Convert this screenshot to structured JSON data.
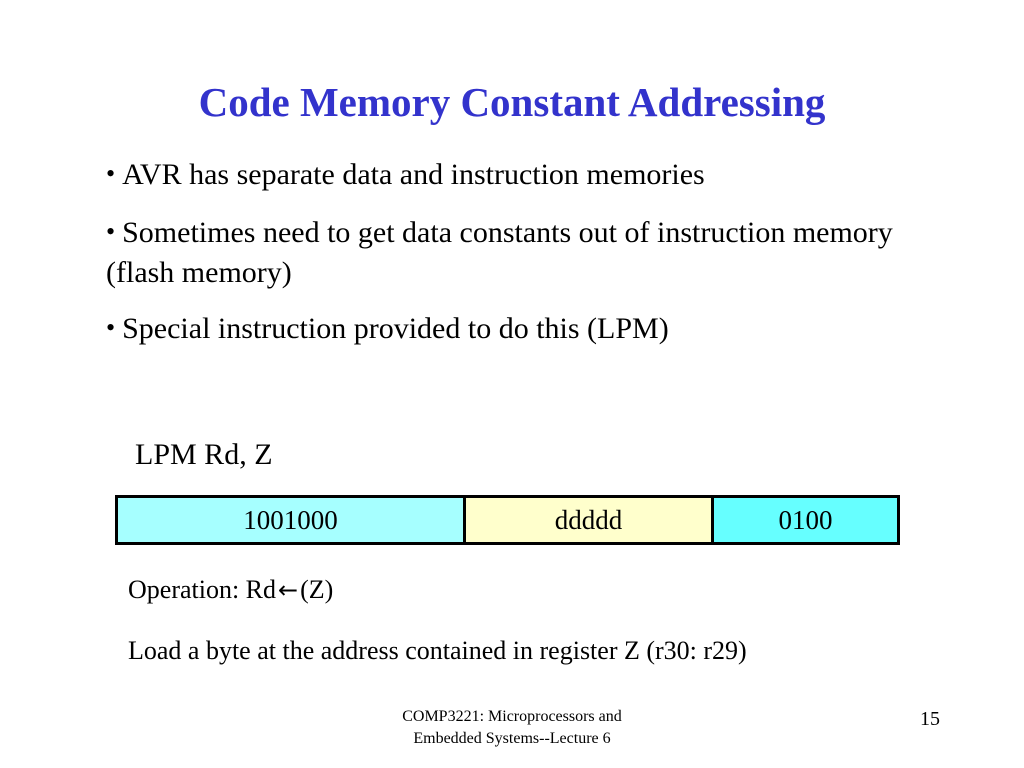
{
  "slide": {
    "title": "Code Memory Constant Addressing",
    "title_color": "#3333cc",
    "background_color": "#ffffff",
    "bullets": [
      {
        "marker": "•",
        "text": "AVR has separate data and instruction memories"
      },
      {
        "marker": "•",
        "text": "Sometimes need to get data constants out of instruction memory (flash memory)"
      },
      {
        "marker": "•",
        "text": "Special instruction provided to do this (LPM)"
      }
    ],
    "mnemonic": "LPM Rd, Z",
    "encoding": {
      "cells": [
        {
          "value": "1001000",
          "color": "#a6ffff",
          "name": "opcode-field"
        },
        {
          "value": "ddddd",
          "color": "#ffffcc",
          "name": "destination-register-field"
        },
        {
          "value": "0100",
          "color": "#66ffff",
          "name": "opcode-suffix-field"
        }
      ],
      "border_color": "#000000"
    },
    "operation": {
      "label": "Operation: Rd",
      "arrow": "←",
      "operand": "(Z)"
    },
    "description": "Load a byte at the address contained in register Z (r30: r29)",
    "footer": {
      "line1": "COMP3221: Microprocessors and",
      "line2": "Embedded Systems--Lecture 6",
      "page_number": "15"
    }
  }
}
